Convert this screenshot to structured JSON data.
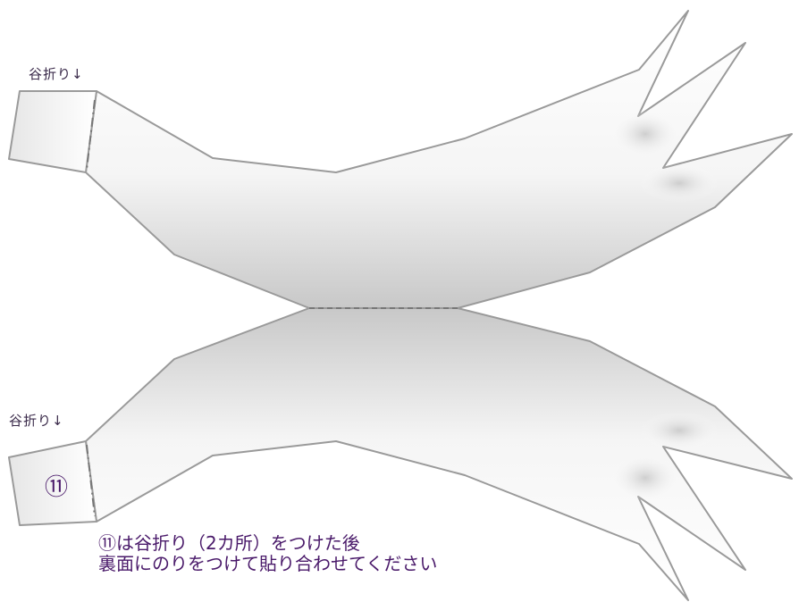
{
  "fold_label_top": "谷折り↓",
  "fold_label_bottom": "谷折り↓",
  "step_number": "⑪",
  "instructions": {
    "line1": "⑪は谷折り（2カ所）をつけた後",
    "line2": "裏面にのりをつけて貼り合わせてください"
  },
  "colors": {
    "outline": "#9a9a9a",
    "text": "#4a1a6a",
    "fill_light": "#ffffff",
    "fill_shade": "#c9c9c9"
  }
}
